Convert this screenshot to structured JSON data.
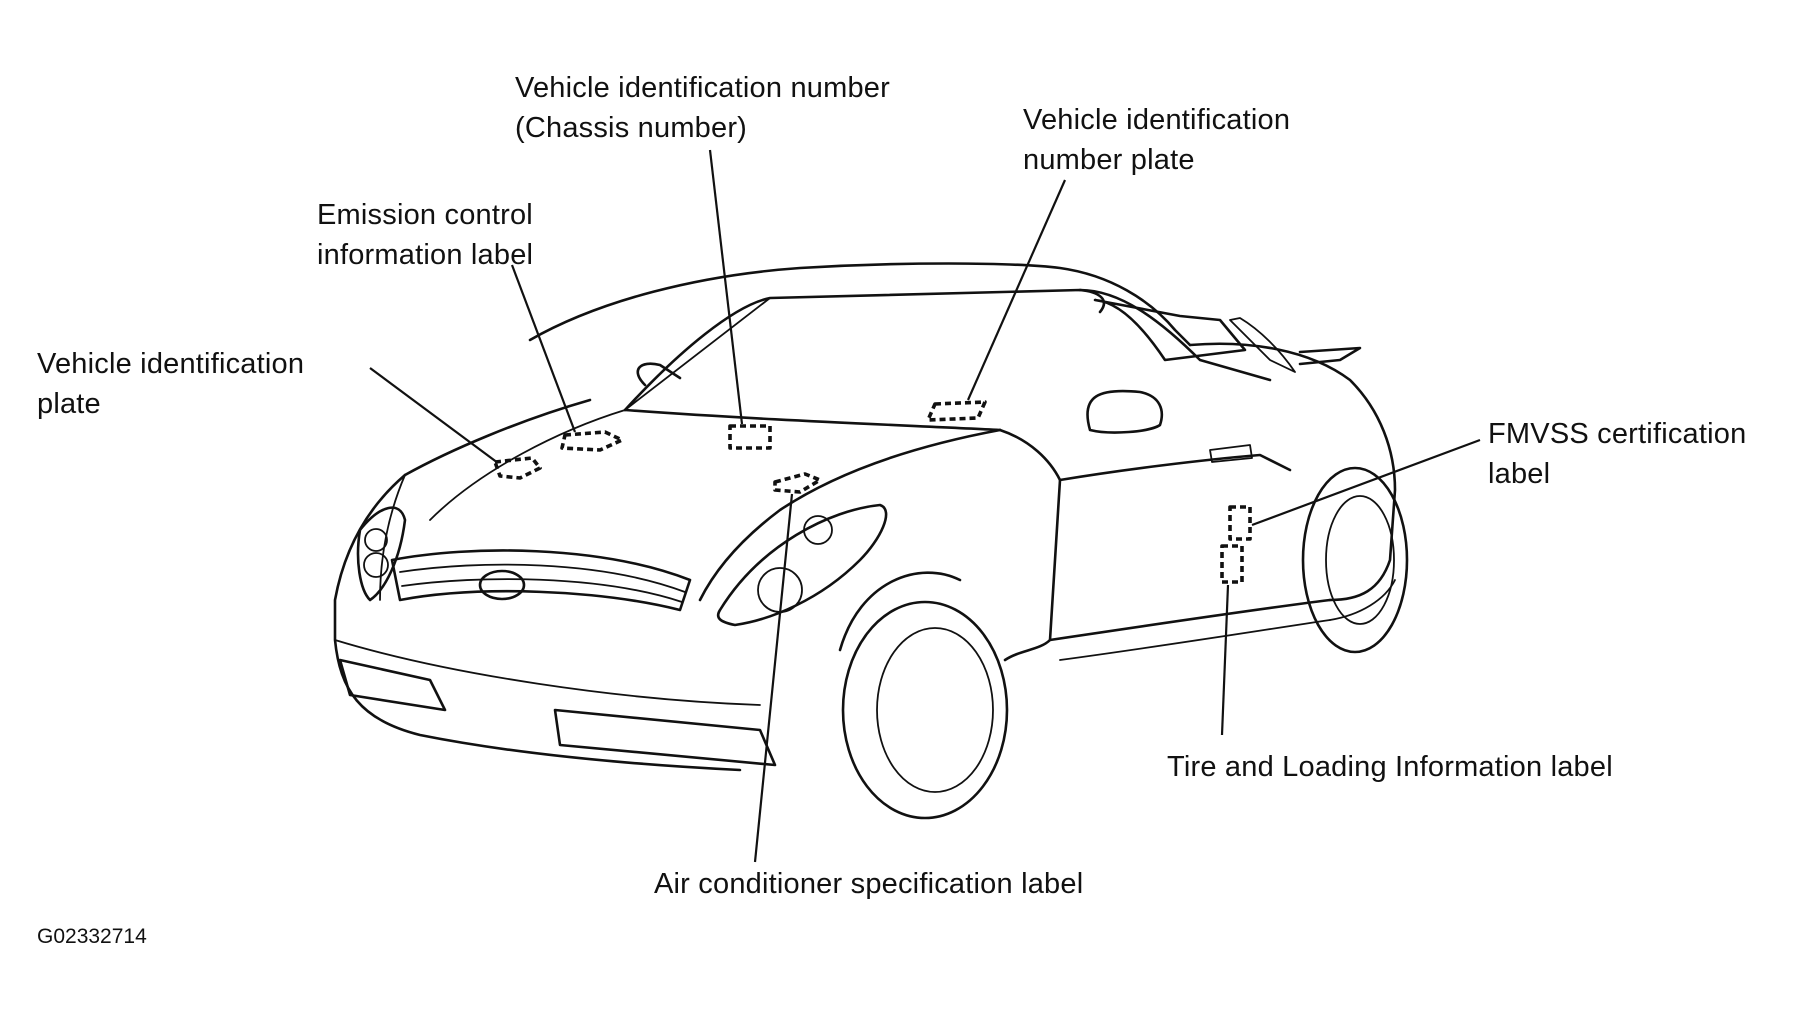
{
  "labels": {
    "vin_plate": [
      "Vehicle identification",
      "plate"
    ],
    "emission": [
      "Emission control",
      "information label"
    ],
    "chassis": [
      "Vehicle identification number",
      "(Chassis number)"
    ],
    "vin_number_plate": [
      "Vehicle identification",
      "number plate"
    ],
    "fmvss": [
      "FMVSS certification",
      "label"
    ],
    "tire": [
      "Tire and Loading Information label"
    ],
    "aircon": [
      "Air conditioner specification label"
    ]
  },
  "figure_code": "G02332714",
  "colors": {
    "ink": "#111111",
    "background": "#ffffff"
  }
}
